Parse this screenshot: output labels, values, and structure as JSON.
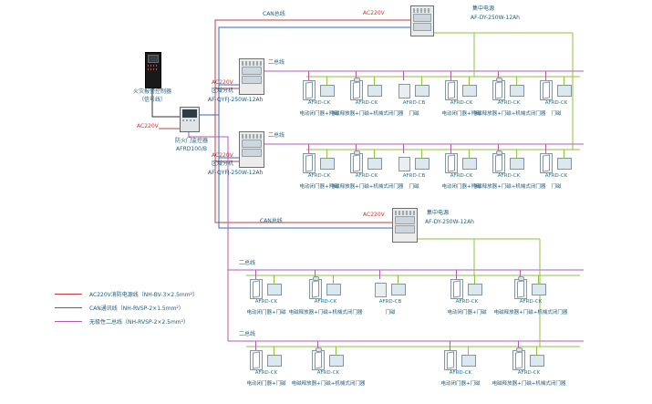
{
  "colors": {
    "ac_power": "#c43c3c",
    "can": "#3a66b5",
    "two_bus": "#b55ab0",
    "dc_power": "#8cc23c",
    "text": "#1d5c7d",
    "module_text": "#1b7a9a"
  },
  "left_stack": {
    "controller_label": "火灾报警控制器",
    "controller_sub": "（信号线）",
    "monitor_power": "AC220V",
    "monitor_label": "防火门监控器",
    "monitor_model": "AFRD100/B"
  },
  "top_section": {
    "can_bus": "CAN总线",
    "power": "AC220V",
    "supply_name": "集中电源",
    "supply_model": "AF-DY-250W-12Ah"
  },
  "mid_section": {
    "can_bus": "CAN总线",
    "power": "AC220V",
    "supply_name": "集中电源",
    "supply_model": "AF-DY-250W-12Ah"
  },
  "zones": [
    {
      "power": "AC220V",
      "name": "区域分机",
      "model": "AF-QYFJ-250W-12Ah"
    },
    {
      "power": "AC220V",
      "name": "区域分机",
      "model": "AF-QYFJ-250W-12Ah"
    }
  ],
  "rows": [
    {
      "bus_label": "二总线",
      "groups": [
        {
          "kind": "door",
          "module": "AFRD-CK",
          "caption": "电动闭门器+门磁"
        },
        {
          "kind": "coil",
          "module": "AFRD-CK",
          "caption": "电磁释放器+门磁+机械式闭门器"
        },
        {
          "kind": "box",
          "module": "AFRD-CB",
          "caption": "门磁"
        },
        {
          "kind": "door",
          "module": "AFRD-CK",
          "caption": "电动闭门器+门磁"
        },
        {
          "kind": "coil",
          "module": "AFRD-CK",
          "caption": "电磁释放器+门磁+机械式闭门器"
        },
        {
          "kind": "door",
          "module": "AFRD-CK",
          "caption": "门磁"
        }
      ]
    },
    {
      "bus_label": "二总线",
      "groups": [
        {
          "kind": "door",
          "module": "AFRD-CK",
          "caption": "电动闭门器+门磁"
        },
        {
          "kind": "coil",
          "module": "AFRD-CK",
          "caption": "电磁释放器+门磁+机械式闭门器"
        },
        {
          "kind": "box",
          "module": "AFRD-CB",
          "caption": "门磁"
        },
        {
          "kind": "door",
          "module": "AFRD-CK",
          "caption": "电动闭门器+门磁"
        },
        {
          "kind": "coil",
          "module": "AFRD-CK",
          "caption": "电磁释放器+门磁+机械式闭门器"
        },
        {
          "kind": "door",
          "module": "AFRD-CK",
          "caption": "门磁"
        }
      ]
    },
    {
      "bus_label": "二总线",
      "groups": [
        {
          "kind": "door",
          "module": "AFRD-CK",
          "caption": "电动闭门器+门磁"
        },
        {
          "kind": "coil",
          "module": "AFRD-CK",
          "caption": "电磁释放器+门磁+机械式闭门器"
        },
        {
          "kind": "box",
          "module": "AFRD-CB",
          "caption": "门磁"
        },
        {
          "kind": "door",
          "module": "AFRD-CK",
          "caption": "电动闭门器+门磁"
        },
        {
          "kind": "coil",
          "module": "AFRD-CK",
          "caption": "电磁释放器+门磁+机械式闭门器"
        }
      ]
    },
    {
      "bus_label": "二总线",
      "groups": [
        {
          "kind": "door",
          "module": "AFRD-CK",
          "caption": "电动闭门器+门磁"
        },
        {
          "kind": "coil",
          "module": "AFRD-CK",
          "caption": "电磁释放器+门磁+机械式闭门器"
        },
        {
          "kind": "door",
          "module": "AFRD-CK",
          "caption": "电动闭门器+门磁"
        },
        {
          "kind": "coil",
          "module": "AFRD-CK",
          "caption": "电磁释放器+门磁+机械式闭门器"
        }
      ]
    }
  ],
  "legend": [
    {
      "label": "AC220V消防电源线（NH-BV-3×2.5mm²）",
      "color": "#c43c3c"
    },
    {
      "label": "CAN通讯线（NH-RVSP-2×1.5mm²）",
      "color": "#3a66b5"
    },
    {
      "label": "无极性二总线（NH-RVSP-2×2.5mm²）",
      "color": "#b55ab0"
    }
  ]
}
